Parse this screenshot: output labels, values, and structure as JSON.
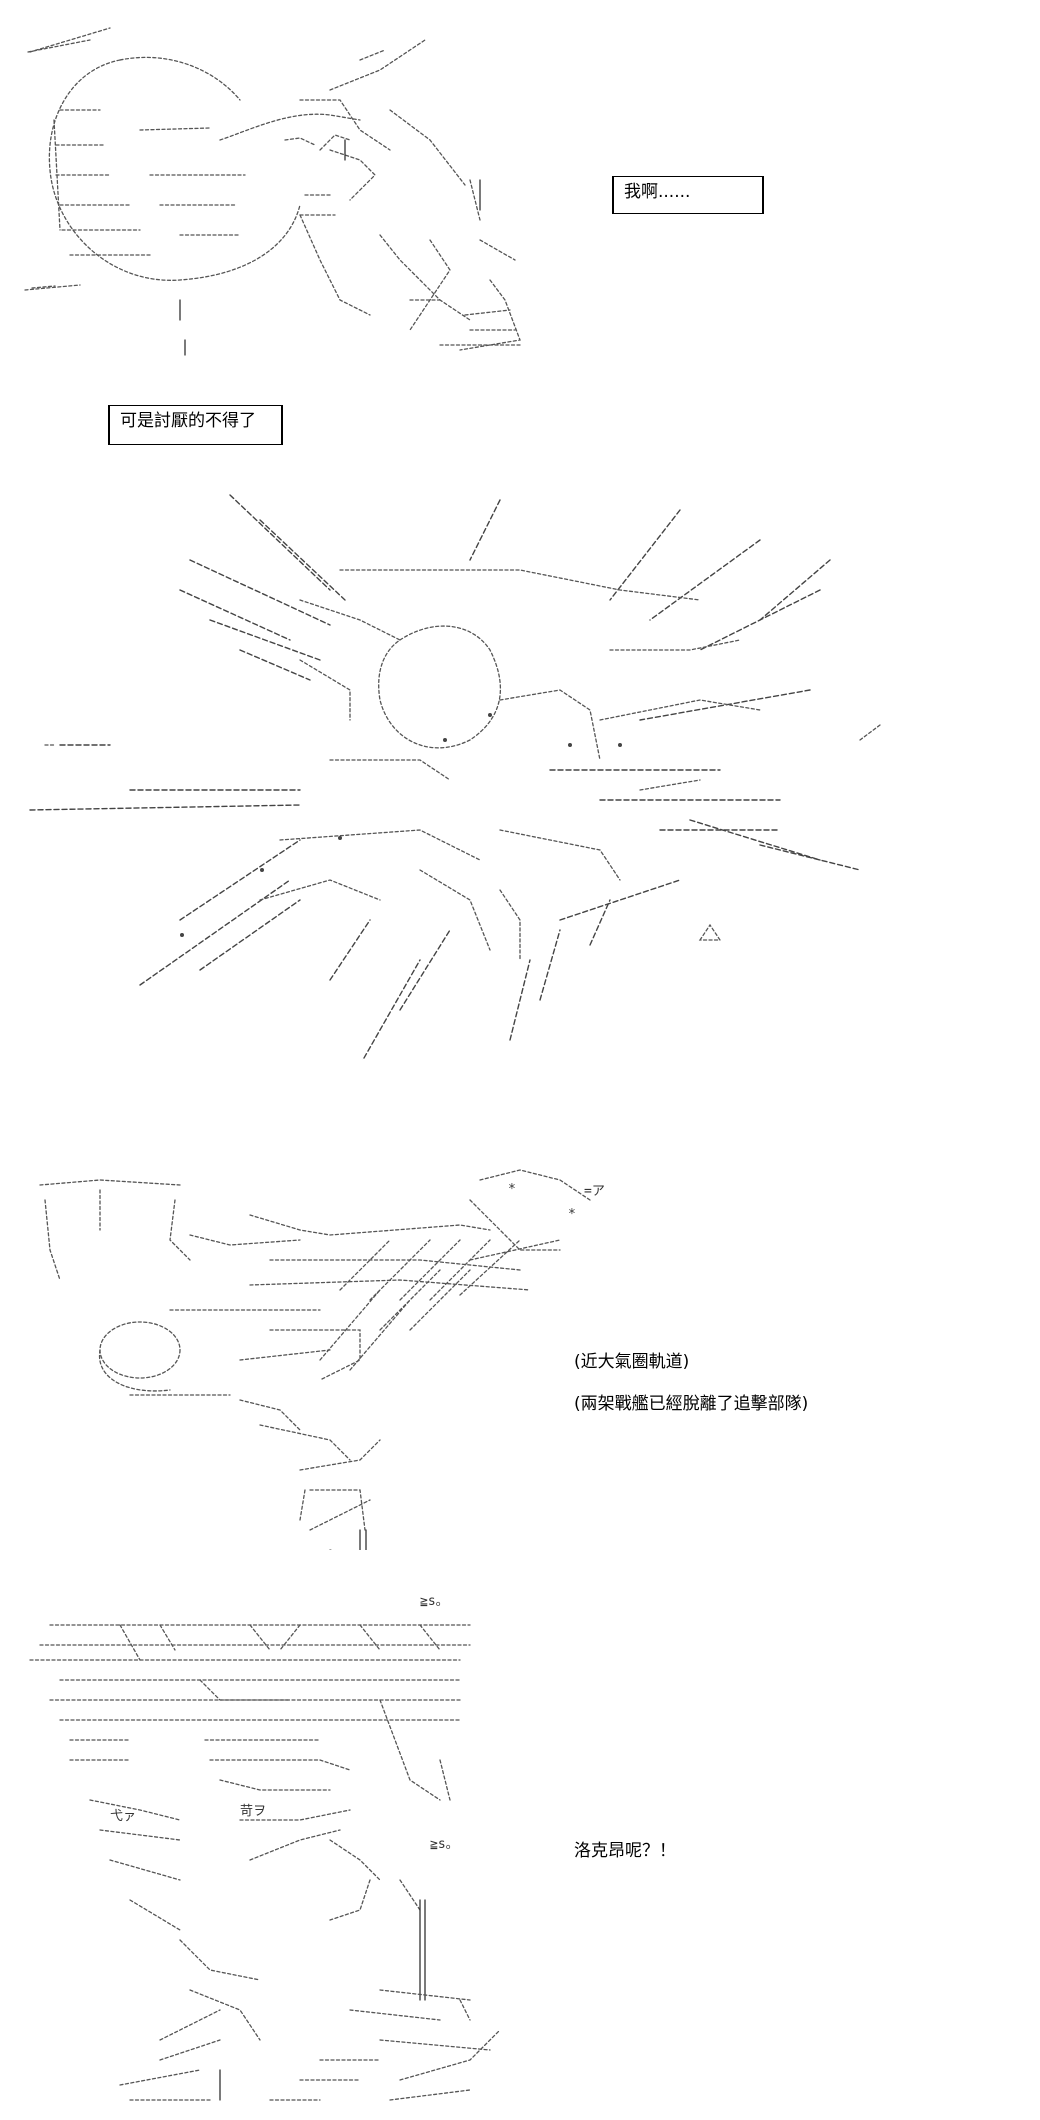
{
  "panel_1": {
    "speech": "我啊......"
  },
  "panel_2": {
    "speech": "可是討厭的不得了"
  },
  "panel_3": {},
  "panel_4": {
    "caption_1": "(近大氣圈軌道)",
    "caption_2": "(兩架戰艦已經脫離了追擊部隊)"
  },
  "panel_5": {
    "speech": "洛克昂呢？！"
  }
}
